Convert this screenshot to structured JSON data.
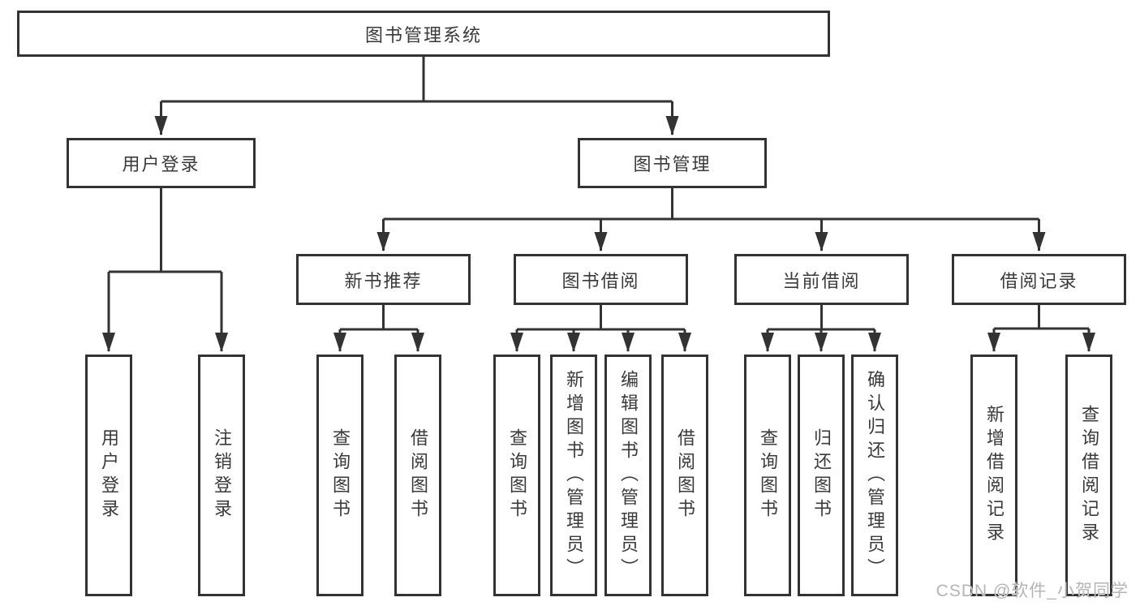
{
  "diagram": {
    "root_label": "图书管理系统",
    "branches": [
      {
        "label": "用户登录",
        "children": [
          {
            "label": "用户登录"
          },
          {
            "label": "注销登录"
          }
        ]
      },
      {
        "label": "图书管理",
        "children": [
          {
            "label": "新书推荐",
            "children": [
              {
                "label": "查询图书"
              },
              {
                "label": "借阅图书"
              }
            ]
          },
          {
            "label": "图书借阅",
            "children": [
              {
                "label": "查询图书"
              },
              {
                "label": "新增图书（管理员）"
              },
              {
                "label": "编辑图书（管理员）"
              },
              {
                "label": "借阅图书"
              }
            ]
          },
          {
            "label": "当前借阅",
            "children": [
              {
                "label": "查询图书"
              },
              {
                "label": "归还图书"
              },
              {
                "label": "确认归还（管理员）"
              }
            ]
          },
          {
            "label": "借阅记录",
            "children": [
              {
                "label": "新增借阅记录"
              },
              {
                "label": "查询借阅记录"
              }
            ]
          }
        ]
      }
    ]
  },
  "watermark": {
    "text": "CSDN @软件_小贺同学"
  },
  "colors": {
    "line": "#333333",
    "box_border": "#333333",
    "box_fill": "#ffffff",
    "text": "#3a3a3a",
    "watermark": "#b5b5b5",
    "background": "#ffffff"
  }
}
